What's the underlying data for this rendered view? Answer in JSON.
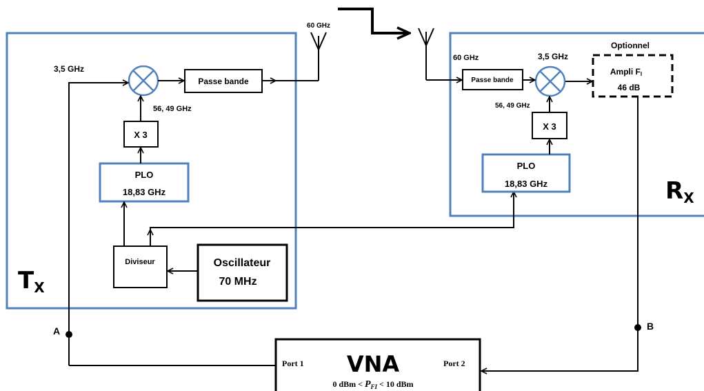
{
  "tx": {
    "freq_if": "3,5 GHz",
    "bandpass_label": "Passe bande",
    "freq_lo": "56, 49 GHz",
    "multiplier": "X 3",
    "plo_name": "PLO",
    "plo_freq": "18,83 GHz",
    "divider": "Diviseur",
    "osc_name": "Oscillateur",
    "osc_freq": "70 MHz",
    "label_main": "T",
    "label_sub": "X"
  },
  "rx": {
    "freq_rf": "60 GHz",
    "bandpass_label": "Passe bande",
    "freq_lo": "56, 49 GHz",
    "freq_if": "3,5 GHz",
    "optional": "Optionnel",
    "amp_name": "Ampli F",
    "amp_sub": "I",
    "amp_gain": "46 dB",
    "multiplier": "X 3",
    "plo_name": "PLO",
    "plo_freq": "18,83 GHz",
    "label_main": "R",
    "label_sub": "X"
  },
  "link": {
    "tx_antenna_freq": "60 GHz"
  },
  "vna": {
    "title": "VNA",
    "port1": "Port 1",
    "port2": "Port 2",
    "cond_left": "0 dBm <",
    "cond_var": "P",
    "cond_var_sub": "FI",
    "cond_right": "< 10 dBm"
  },
  "points": {
    "a": "A",
    "b": "B"
  },
  "colors": {
    "frame": "#4f81bd",
    "line": "#000000"
  }
}
